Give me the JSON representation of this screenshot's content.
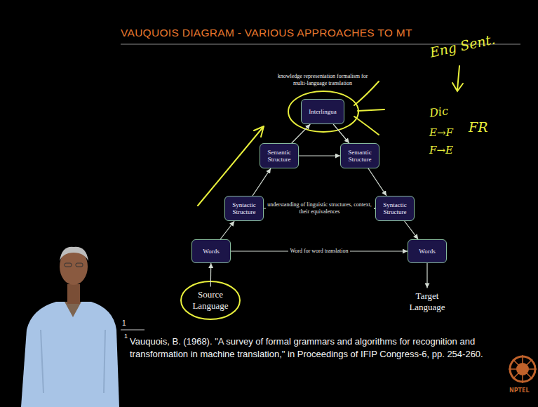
{
  "diagram": {
    "title": "VAUQUOIS DIAGRAM - VARIOUS APPROACHES TO MT",
    "nodes": [
      {
        "text": [
          "Interlingua"
        ]
      },
      {
        "text": [
          "Semantic Structure"
        ]
      },
      {
        "text": [
          "Semantic Structure"
        ]
      },
      {
        "text": [
          "Syntactic Structure"
        ]
      },
      {
        "text": [
          "Syntactic Structure"
        ]
      },
      {
        "text": [
          "Words"
        ]
      },
      {
        "text": [
          "Words"
        ]
      },
      {
        "text": [
          "Source Language"
        ]
      },
      {
        "text": [
          "Target Language"
        ]
      }
    ],
    "edges": [
      {
        "from": 5,
        "to": 3,
        "arrow": "to"
      },
      {
        "from": 3,
        "to": 1,
        "arrow": "to"
      },
      {
        "from": 1,
        "to": 0,
        "arrow": "to"
      },
      {
        "from": 0,
        "to": 2,
        "arrow": "to"
      },
      {
        "from": 2,
        "to": 4,
        "arrow": "to"
      },
      {
        "from": 4,
        "to": 6,
        "arrow": "to"
      },
      {
        "from": 1,
        "to": 2,
        "arrow": "to"
      },
      {
        "from": 3,
        "to": 4,
        "label": "understanding of linguistic structures, context, their equivalences",
        "arrow": "to"
      },
      {
        "from": 5,
        "to": 6,
        "label": "Word for word translation",
        "arrow": "to"
      },
      {
        "from": 7,
        "to": 5,
        "arrow": "to"
      },
      {
        "from": 6,
        "to": 8,
        "arrow": "to"
      }
    ],
    "labels": [
      "knowledge representation formalism for multi-language translation",
      "1",
      "1",
      "Vauquois, B. (1968). \"A survey of formal grammars and algorithms for recognition and transformation in machine translation,\" in Proceedings of IFIP Congress-6, pp. 254-260.",
      "Eng Sent.",
      "Dic",
      "E→F",
      "FR",
      "F→E",
      "NPTEL"
    ]
  }
}
